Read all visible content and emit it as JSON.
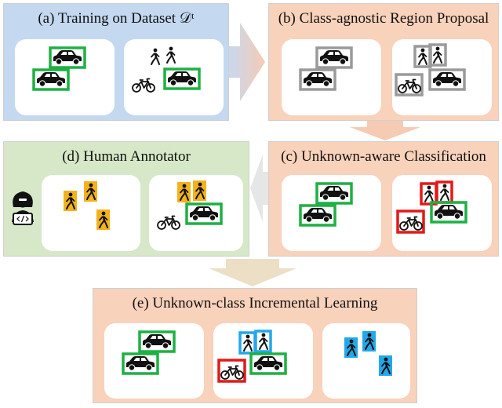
{
  "panels": {
    "a": {
      "title": "(a) Training on Dataset 𝒟ᵗ",
      "color": "#c4d8f0"
    },
    "b": {
      "title": "(b) Class-agnostic Region Proposal",
      "color": "#f8d2bb"
    },
    "c": {
      "title": "(c) Unknown-aware Classification",
      "color": "#f8d2bb"
    },
    "d": {
      "title": "(d) Human Annotator",
      "color": "#d6e8c8"
    },
    "e": {
      "title": "(e) Unknown-class Incremental Learning",
      "color": "#f8d2bb"
    }
  },
  "box_colors": {
    "known": "#1eb044",
    "proposal": "#9a9a9a",
    "unknown": "#e11a1a",
    "annotated": "#f3b21c",
    "learned": "#21a8ea"
  },
  "icons": [
    "car-icon",
    "pedestrian-icon",
    "bicycle-icon",
    "programmer-icon"
  ]
}
